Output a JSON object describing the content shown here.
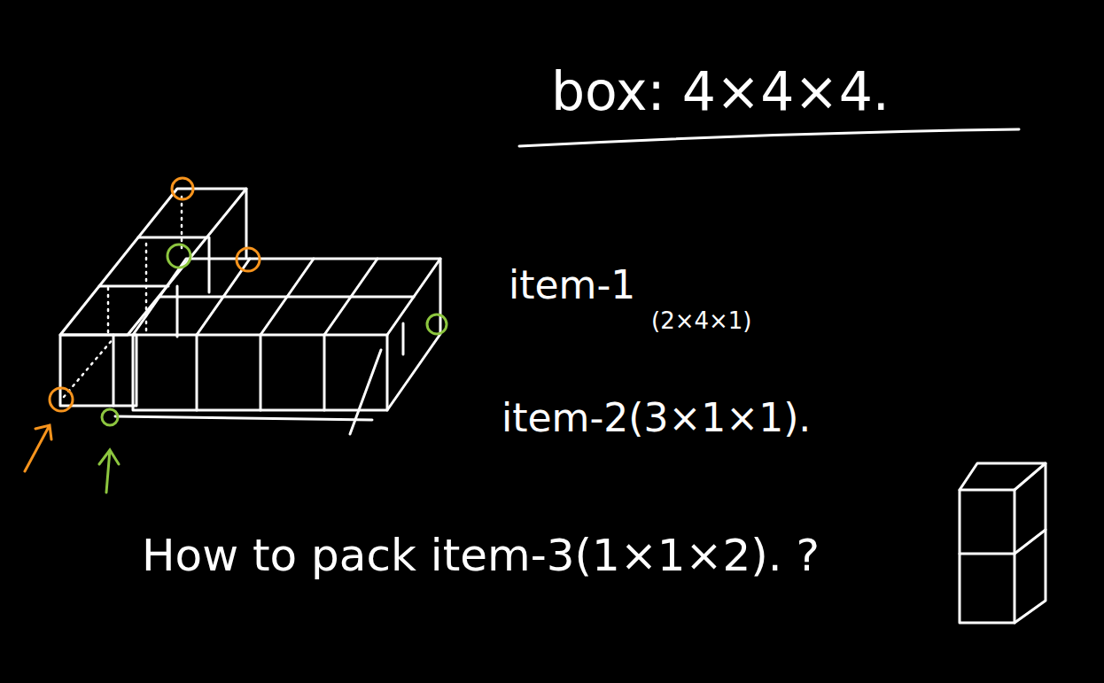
{
  "diagram": {
    "title": "box: 4×4×4.",
    "caption": "How to pack item-3(1×1×2). ?",
    "labels": [
      "item-1",
      "(2×4×1)",
      "item-2(3×1×1)."
    ]
  }
}
